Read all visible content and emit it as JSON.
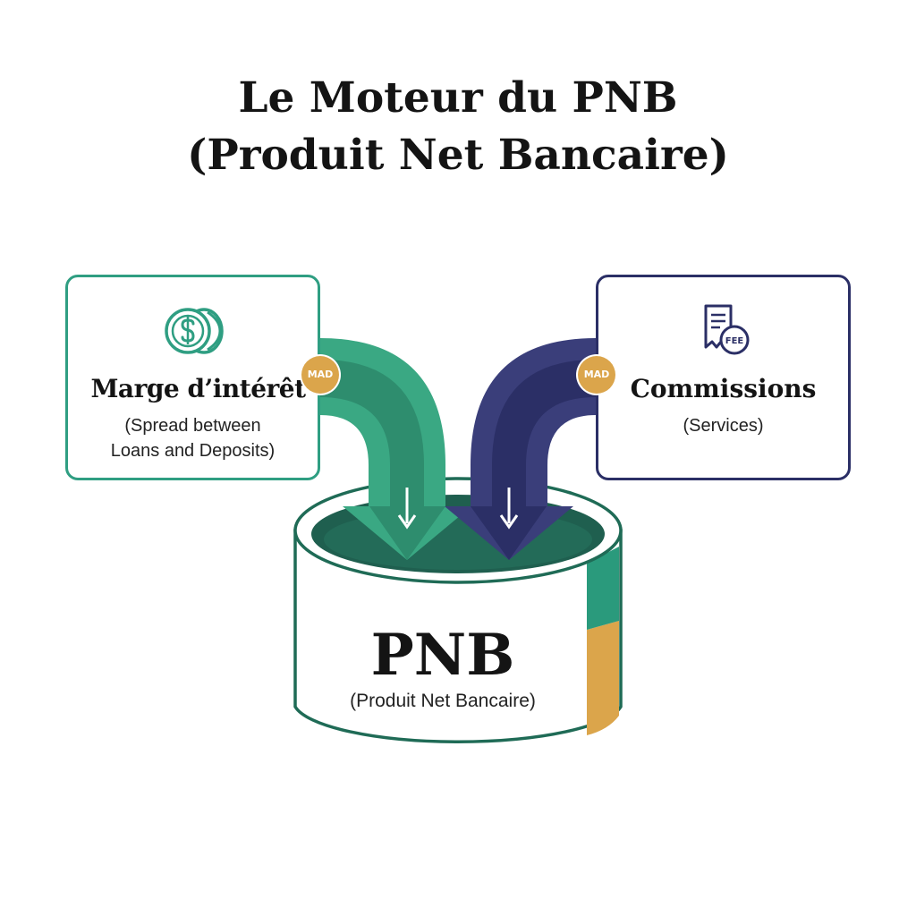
{
  "title": {
    "line1": "Le Moteur du PNB",
    "line2": "(Produit Net Bancaire)"
  },
  "left_card": {
    "icon": "dollar-coins-icon",
    "title": "Marge d’intérêt",
    "subtitle_line1": "(Spread between",
    "subtitle_line2": "Loans and Deposits)",
    "badge": "MAD",
    "color": "#2f9e82"
  },
  "right_card": {
    "icon": "fee-invoice-icon",
    "icon_text": "FEE",
    "title": "Commissions",
    "subtitle": "(Services)",
    "badge": "MAD",
    "color": "#2b2f66"
  },
  "container": {
    "title": "PNB",
    "subtitle": "(Produit Net Bancaire)",
    "accent_green": "#2a9a7c",
    "accent_gold": "#dba54b",
    "rim_color": "#1f6b56"
  }
}
